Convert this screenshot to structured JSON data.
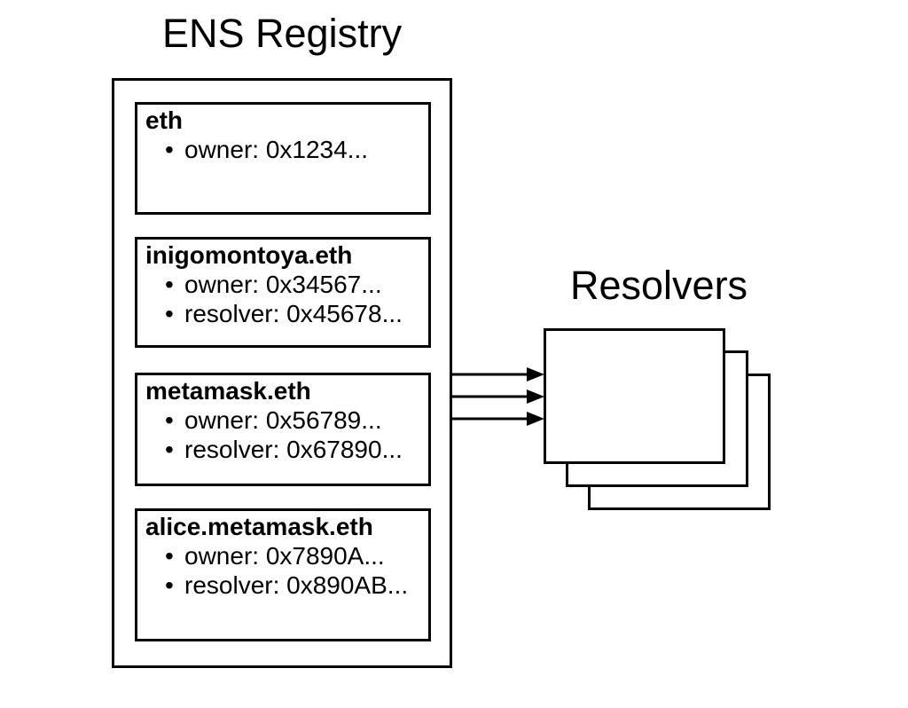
{
  "diagram": {
    "registry_title": "ENS Registry",
    "resolvers_title": "Resolvers",
    "colors": {
      "stroke": "#000000",
      "background": "#ffffff",
      "box_fill": "#ffffff"
    }
  },
  "registry": {
    "records": [
      {
        "name": "eth",
        "properties": [
          "owner: 0x1234..."
        ]
      },
      {
        "name": "inigomontoya.eth",
        "properties": [
          "owner: 0x34567...",
          "resolver: 0x45678..."
        ]
      },
      {
        "name": "metamask.eth",
        "properties": [
          "owner: 0x56789...",
          "resolver: 0x67890..."
        ]
      },
      {
        "name": "alice.metamask.eth",
        "properties": [
          "owner: 0x7890A...",
          "resolver: 0x890AB..."
        ]
      }
    ]
  },
  "resolvers": {
    "card_count": 3
  },
  "arrows": {
    "count": 3,
    "from": "ENS Registry",
    "to": "Resolvers"
  }
}
